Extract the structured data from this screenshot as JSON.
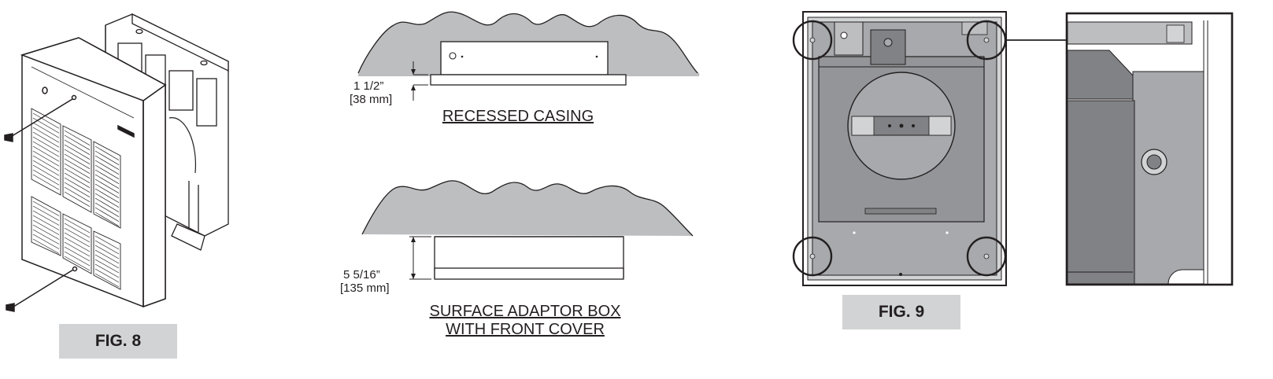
{
  "fig8": {
    "label": "FIG. 8"
  },
  "recessed": {
    "dim_imperial": "1 1/2”",
    "dim_metric": "[38 mm]",
    "caption": "RECESSED CASING"
  },
  "surface": {
    "dim_imperial": "5 5/16”",
    "dim_metric": "[135 mm]",
    "caption_line1": "SURFACE ADAPTOR BOX",
    "caption_line2": "WITH FRONT COVER"
  },
  "fig9": {
    "label": "FIG. 9"
  },
  "colors": {
    "wall": "#bcbec0",
    "label_bg": "#d1d3d4",
    "line": "#231f20",
    "panel": "#a7a9ac",
    "panel_dark": "#808285"
  }
}
